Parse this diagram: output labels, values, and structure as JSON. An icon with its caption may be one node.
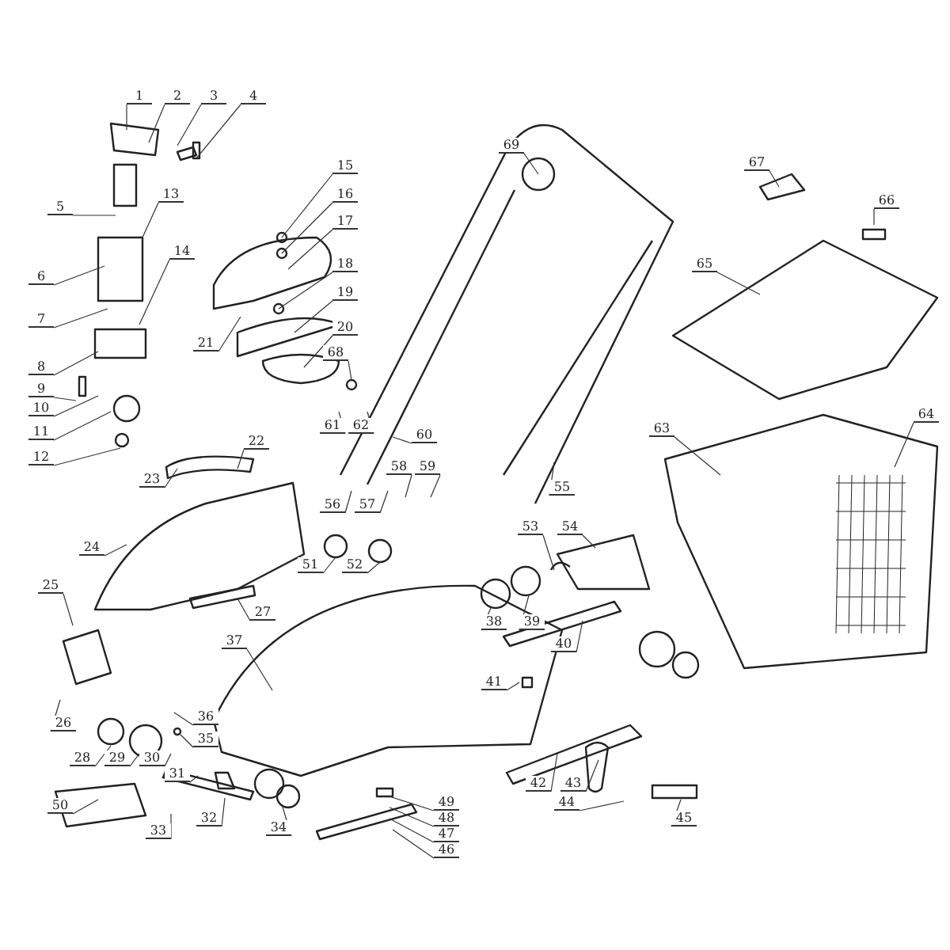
{
  "diagram": {
    "nodes": [
      {
        "text": [
          "1"
        ]
      },
      {
        "text": [
          "2"
        ]
      },
      {
        "text": [
          "3"
        ]
      },
      {
        "text": [
          "4"
        ]
      },
      {
        "text": [
          "5"
        ]
      },
      {
        "text": [
          "6"
        ]
      },
      {
        "text": [
          "7"
        ]
      },
      {
        "text": [
          "8"
        ]
      },
      {
        "text": [
          "9"
        ]
      },
      {
        "text": [
          "10"
        ]
      },
      {
        "text": [
          "11"
        ]
      },
      {
        "text": [
          "12"
        ]
      },
      {
        "text": [
          "13"
        ]
      },
      {
        "text": [
          "14"
        ]
      },
      {
        "text": [
          "15"
        ]
      },
      {
        "text": [
          "16"
        ]
      },
      {
        "text": [
          "17"
        ]
      },
      {
        "text": [
          "18"
        ]
      },
      {
        "text": [
          "19"
        ]
      },
      {
        "text": [
          "20"
        ]
      },
      {
        "text": [
          "21"
        ]
      },
      {
        "text": [
          "22"
        ]
      },
      {
        "text": [
          "23"
        ]
      },
      {
        "text": [
          "24"
        ]
      },
      {
        "text": [
          "25"
        ]
      },
      {
        "text": [
          "26"
        ]
      },
      {
        "text": [
          "27"
        ]
      },
      {
        "text": [
          "28"
        ]
      },
      {
        "text": [
          "29"
        ]
      },
      {
        "text": [
          "30"
        ]
      },
      {
        "text": [
          "31"
        ]
      },
      {
        "text": [
          "32"
        ]
      },
      {
        "text": [
          "33"
        ]
      },
      {
        "text": [
          "34"
        ]
      },
      {
        "text": [
          "35"
        ]
      },
      {
        "text": [
          "36"
        ]
      },
      {
        "text": [
          "37"
        ]
      },
      {
        "text": [
          "38"
        ]
      },
      {
        "text": [
          "39"
        ]
      },
      {
        "text": [
          "40"
        ]
      },
      {
        "text": [
          "41"
        ]
      },
      {
        "text": [
          "42"
        ]
      },
      {
        "text": [
          "43"
        ]
      },
      {
        "text": [
          "44"
        ]
      },
      {
        "text": [
          "45"
        ]
      },
      {
        "text": [
          "46"
        ]
      },
      {
        "text": [
          "47"
        ]
      },
      {
        "text": [
          "48"
        ]
      },
      {
        "text": [
          "49"
        ]
      },
      {
        "text": [
          "50"
        ]
      },
      {
        "text": [
          "51"
        ]
      },
      {
        "text": [
          "52"
        ]
      },
      {
        "text": [
          "53"
        ]
      },
      {
        "text": [
          "54"
        ]
      },
      {
        "text": [
          "55"
        ]
      },
      {
        "text": [
          "56"
        ]
      },
      {
        "text": [
          "57"
        ]
      },
      {
        "text": [
          "58"
        ]
      },
      {
        "text": [
          "59"
        ]
      },
      {
        "text": [
          "60"
        ]
      },
      {
        "text": [
          "61"
        ]
      },
      {
        "text": [
          "62"
        ]
      },
      {
        "text": [
          "63"
        ]
      },
      {
        "text": [
          "64"
        ]
      },
      {
        "text": [
          "65"
        ]
      },
      {
        "text": [
          "66"
        ]
      },
      {
        "text": [
          "67"
        ]
      },
      {
        "text": [
          "68"
        ]
      },
      {
        "text": [
          "69"
        ]
      }
    ],
    "edges": [
      {
        "from": 0,
        "to": null,
        "arrow": "none"
      },
      {
        "from": 1,
        "to": null,
        "arrow": "none"
      },
      {
        "from": 2,
        "to": null,
        "arrow": "none"
      },
      {
        "from": 3,
        "to": null,
        "arrow": "none"
      },
      {
        "from": 4,
        "to": null,
        "arrow": "none"
      },
      {
        "from": 5,
        "to": null,
        "arrow": "none"
      },
      {
        "from": 6,
        "to": null,
        "arrow": "none"
      },
      {
        "from": 7,
        "to": null,
        "arrow": "none"
      },
      {
        "from": 8,
        "to": null,
        "arrow": "none"
      },
      {
        "from": 9,
        "to": null,
        "arrow": "none"
      },
      {
        "from": 10,
        "to": null,
        "arrow": "none"
      },
      {
        "from": 11,
        "to": null,
        "arrow": "none"
      },
      {
        "from": 12,
        "to": null,
        "arrow": "none"
      },
      {
        "from": 13,
        "to": null,
        "arrow": "none"
      },
      {
        "from": 14,
        "to": null,
        "arrow": "none"
      },
      {
        "from": 15,
        "to": null,
        "arrow": "none"
      },
      {
        "from": 16,
        "to": null,
        "arrow": "none"
      },
      {
        "from": 17,
        "to": null,
        "arrow": "none"
      },
      {
        "from": 18,
        "to": null,
        "arrow": "none"
      },
      {
        "from": 19,
        "to": null,
        "arrow": "none"
      },
      {
        "from": 20,
        "to": null,
        "arrow": "none"
      },
      {
        "from": 21,
        "to": null,
        "arrow": "none"
      },
      {
        "from": 22,
        "to": null,
        "arrow": "none"
      },
      {
        "from": 23,
        "to": null,
        "arrow": "none"
      },
      {
        "from": 24,
        "to": null,
        "arrow": "none"
      },
      {
        "from": 25,
        "to": null,
        "arrow": "none"
      },
      {
        "from": 26,
        "to": null,
        "arrow": "none"
      },
      {
        "from": 27,
        "to": null,
        "arrow": "none"
      },
      {
        "from": 28,
        "to": null,
        "arrow": "none"
      },
      {
        "from": 29,
        "to": null,
        "arrow": "none"
      },
      {
        "from": 30,
        "to": null,
        "arrow": "none"
      },
      {
        "from": 31,
        "to": null,
        "arrow": "none"
      },
      {
        "from": 32,
        "to": null,
        "arrow": "none"
      },
      {
        "from": 33,
        "to": null,
        "arrow": "none"
      },
      {
        "from": 34,
        "to": null,
        "arrow": "none"
      },
      {
        "from": 35,
        "to": null,
        "arrow": "none"
      },
      {
        "from": 36,
        "to": null,
        "arrow": "none"
      },
      {
        "from": 37,
        "to": null,
        "arrow": "none"
      },
      {
        "from": 38,
        "to": null,
        "arrow": "none"
      },
      {
        "from": 39,
        "to": null,
        "arrow": "none"
      },
      {
        "from": 40,
        "to": null,
        "arrow": "none"
      },
      {
        "from": 41,
        "to": null,
        "arrow": "none"
      },
      {
        "from": 42,
        "to": null,
        "arrow": "none"
      },
      {
        "from": 43,
        "to": null,
        "arrow": "none"
      },
      {
        "from": 44,
        "to": null,
        "arrow": "none"
      },
      {
        "from": 45,
        "to": null,
        "arrow": "none"
      },
      {
        "from": 46,
        "to": null,
        "arrow": "none"
      },
      {
        "from": 47,
        "to": null,
        "arrow": "none"
      },
      {
        "from": 48,
        "to": null,
        "arrow": "none"
      },
      {
        "from": 49,
        "to": null,
        "arrow": "none"
      },
      {
        "from": 50,
        "to": null,
        "arrow": "none"
      },
      {
        "from": 51,
        "to": null,
        "arrow": "none"
      },
      {
        "from": 52,
        "to": null,
        "arrow": "none"
      },
      {
        "from": 53,
        "to": null,
        "arrow": "none"
      },
      {
        "from": 54,
        "to": null,
        "arrow": "none"
      },
      {
        "from": 55,
        "to": null,
        "arrow": "none"
      },
      {
        "from": 56,
        "to": null,
        "arrow": "none"
      },
      {
        "from": 57,
        "to": null,
        "arrow": "none"
      },
      {
        "from": 58,
        "to": null,
        "arrow": "none"
      },
      {
        "from": 59,
        "to": null,
        "arrow": "none"
      },
      {
        "from": 60,
        "to": null,
        "arrow": "none"
      },
      {
        "from": 61,
        "to": null,
        "arrow": "none"
      },
      {
        "from": 62,
        "to": null,
        "arrow": "none"
      },
      {
        "from": 63,
        "to": null,
        "arrow": "none"
      },
      {
        "from": 64,
        "to": null,
        "arrow": "none"
      },
      {
        "from": 65,
        "to": null,
        "arrow": "none"
      },
      {
        "from": 66,
        "to": null,
        "arrow": "none"
      },
      {
        "from": 67,
        "to": null,
        "arrow": "none"
      },
      {
        "from": 68,
        "to": null,
        "arrow": "none"
      }
    ]
  }
}
